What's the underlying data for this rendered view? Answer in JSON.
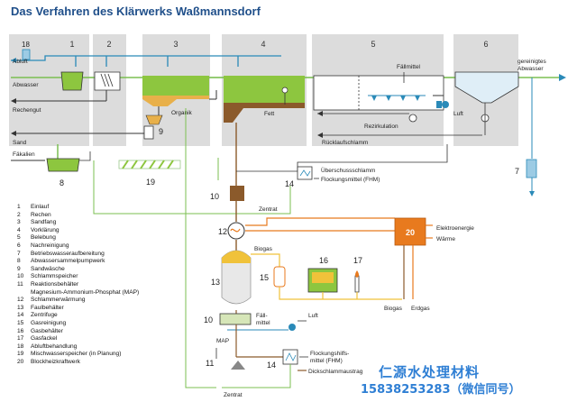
{
  "title": "Das Verfahren des Klärwerks Waßmannsdorf",
  "stage_numbers": [
    "1",
    "2",
    "3",
    "4",
    "5",
    "6"
  ],
  "labels": {
    "abluft": "Abluft",
    "n18": "18",
    "abwasser": "Abwasser",
    "rechengut": "Rechengut",
    "sand": "Sand",
    "faekalien": "Fäkalien",
    "organik": "Organik",
    "n9": "9",
    "fett": "Fett",
    "faellmittel_top": "Fällmittel",
    "rezirkulation": "Rezirkulation",
    "ruecklaufschlamm": "Rücklaufschlamm",
    "luft_top": "Luft",
    "gereinigtes": "gereinigtes",
    "abwasser_out": "Abwasser",
    "n7": "7",
    "n8": "8",
    "n19": "19",
    "ueberschussschlamm": "Überschussschlamm",
    "flockungsmittel_fhm": "Flockungsmittel (FHM)",
    "n14a": "14",
    "n10a": "10",
    "zentrat_a": "Zentrat",
    "n12": "12",
    "elektroenergie": "Elektroenergie",
    "waerme": "Wärme",
    "n20": "20",
    "biogas_a": "Biogas",
    "n13": "13",
    "n15": "15",
    "n16": "16",
    "n17": "17",
    "biogas_b": "Biogas",
    "erdgas": "Erdgas",
    "n10b": "10",
    "faell_b1": "Fäll-",
    "faell_b2": "mittel",
    "luft_b": "Luft",
    "map": "MAP",
    "n11": "11",
    "n14b": "14",
    "flockungshilfs1": "Flockungshilfs-",
    "flockungshilfs2": "mittel (FHM)",
    "dickschlammaustrag": "Dickschlammaustrag",
    "zentrat_b": "Zentrat"
  },
  "legend": [
    {
      "num": "1",
      "text": "Einlauf"
    },
    {
      "num": "2",
      "text": "Rechen"
    },
    {
      "num": "3",
      "text": "Sandfang"
    },
    {
      "num": "4",
      "text": "Vorklärung"
    },
    {
      "num": "5",
      "text": "Belebung"
    },
    {
      "num": "6",
      "text": "Nachreinigung"
    },
    {
      "num": "7",
      "text": "Betriebswasseraufbereitung"
    },
    {
      "num": "8",
      "text": "Abwassersammelpumpwerk"
    },
    {
      "num": "9",
      "text": "Sandwäsche"
    },
    {
      "num": "10",
      "text": "Schlammspeicher"
    },
    {
      "num": "11",
      "text": "Reaktionsbehälter"
    },
    {
      "num": "",
      "text": "Magnesium-Ammonium-Phosphat (MAP)"
    },
    {
      "num": "12",
      "text": "Schlammerwärmung"
    },
    {
      "num": "13",
      "text": "Faulbehälter"
    },
    {
      "num": "14",
      "text": "Zentrifuge"
    },
    {
      "num": "15",
      "text": "Gasreinigung"
    },
    {
      "num": "16",
      "text": "Gasbehälter"
    },
    {
      "num": "17",
      "text": "Gasfackel"
    },
    {
      "num": "18",
      "text": "Abluftbehandlung"
    },
    {
      "num": "19",
      "text": "Mischwasserspeicher (in Planung)"
    },
    {
      "num": "20",
      "text": "Blockheizkraftwerk"
    }
  ],
  "watermark": {
    "line1": "仁源水处理材料",
    "line2": "15838253283（微信同号）"
  },
  "colors": {
    "title": "#1f4f8a",
    "stage_box": "#dcdcdc",
    "water": "#2a8ab8",
    "green_line": "#7bbf52",
    "sludge": "#8b5a2b",
    "orange": "#e87a1e",
    "gas_yellow": "#f0c23a",
    "tank_green": "#8dc63f"
  }
}
